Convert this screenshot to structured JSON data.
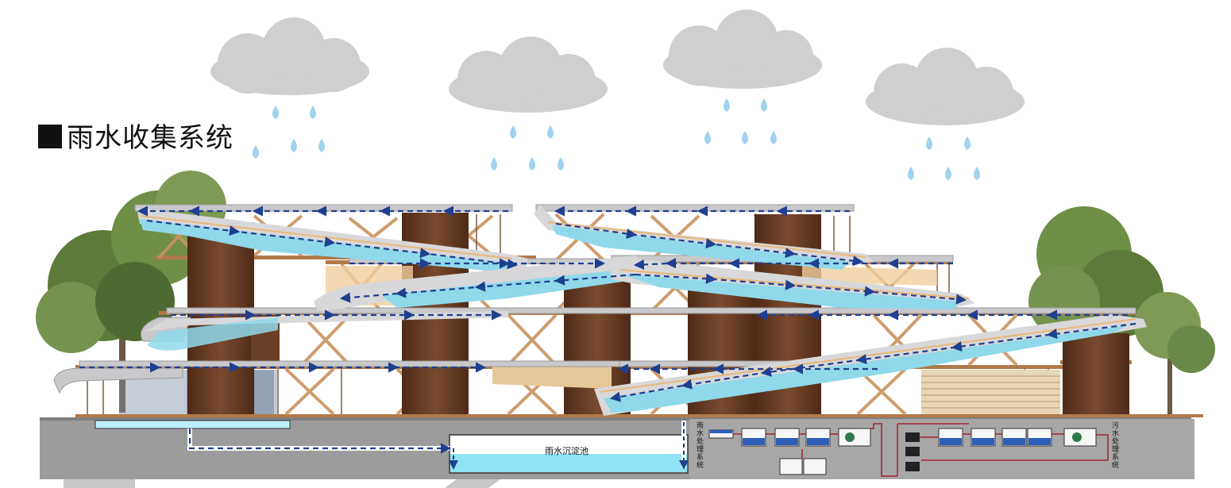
{
  "title": "雨水收集系统",
  "tank_label": "雨水沉淀池",
  "systems": {
    "rain": "雨水处理系统",
    "sewage": "污水处理系统"
  },
  "colors": {
    "cloud": "#cfcfd1",
    "drop": "#9fd3ef",
    "water": "#8fd9ea",
    "flow": "#1f3f8f",
    "column": "#6b3e26",
    "truss": "#c9925e",
    "ground": "#9c9c9c",
    "tree": "#5f7d3d",
    "pipe": "#a3232b"
  }
}
